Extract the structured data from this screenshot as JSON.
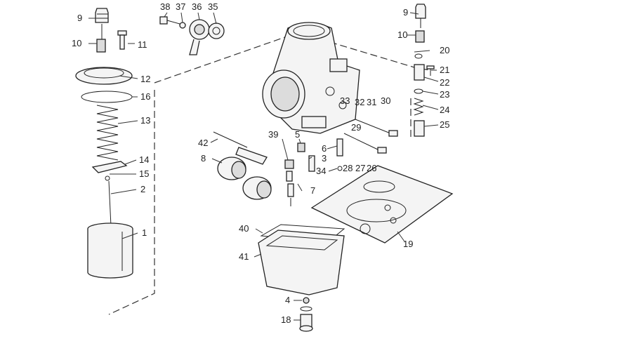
{
  "callouts": [
    "1",
    "2",
    "3",
    "4",
    "5",
    "6",
    "7",
    "8",
    "9",
    "10",
    "11",
    "12",
    "13",
    "14",
    "15",
    "16",
    "18",
    "19",
    "20",
    "21",
    "22",
    "23",
    "24",
    "25",
    "26",
    "27",
    "28",
    "29",
    "30",
    "31",
    "32",
    "33",
    "34",
    "35",
    "36",
    "37",
    "38",
    "39",
    "40",
    "41",
    "42"
  ]
}
